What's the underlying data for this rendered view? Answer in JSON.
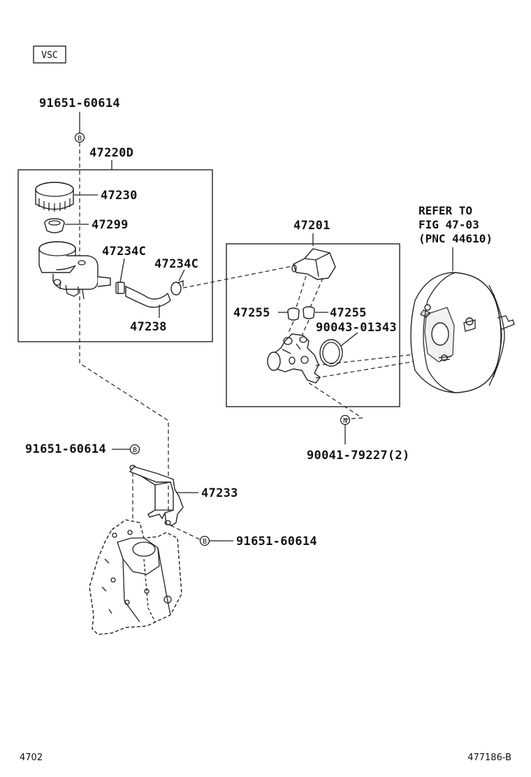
{
  "vsc_tag": "VSC",
  "labels": {
    "bolt_top": "91651-60614",
    "bolt_left": "91651-60614",
    "bolt_right": "91651-60614",
    "reservoir_assy": "47220D",
    "cap": "47230",
    "strainer": "47299",
    "hose_clip_1": "47234C",
    "hose_clip_2": "47234C",
    "hose": "47238",
    "master_cylinder": "47201",
    "grommet_1": "47255",
    "grommet_2": "47255",
    "o_ring": "90043-01343",
    "nut": "90041-79227(2)",
    "bracket": "47233"
  },
  "refer": {
    "line1": "REFER TO",
    "line2": "FIG 47-03",
    "line3": "(PNC 44610)"
  },
  "markers": {
    "b": "B",
    "n": "N"
  },
  "footer": {
    "left": "4702",
    "right": "477186-B"
  }
}
